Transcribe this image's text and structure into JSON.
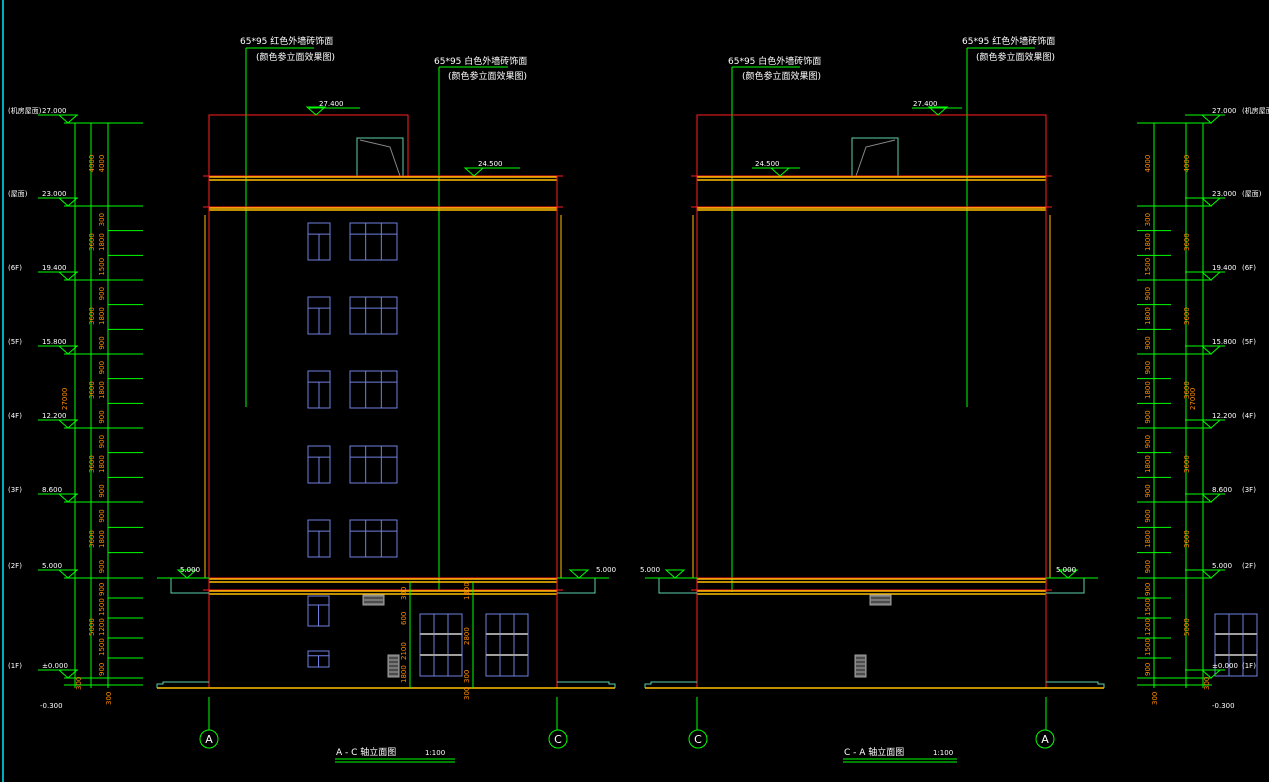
{
  "colors": {
    "level": "#00ff00",
    "building": "#ff2020",
    "band": "#ffc000",
    "window": "#7080e0",
    "frame": "#00e5ff",
    "dim": "#ff8c00",
    "step": "#60d0b0",
    "vent": "#a0a0a0"
  },
  "levels": [
    {
      "name": "(机房屋面)",
      "value": "27.000"
    },
    {
      "name": "(屋面)",
      "value": "23.000"
    },
    {
      "name": "(6F)",
      "value": "19.400"
    },
    {
      "name": "(5F)",
      "value": "15.800"
    },
    {
      "name": "(4F)",
      "value": "12.200"
    },
    {
      "name": "(3F)",
      "value": "8.600"
    },
    {
      "name": "(2F)",
      "value": "5.000"
    },
    {
      "name": "(1F)",
      "value": "±0.000"
    }
  ],
  "ground_level": "-0.300",
  "floor_dims": [
    "4000",
    "3600",
    "3600",
    "3600",
    "3600",
    "3600",
    "5000"
  ],
  "sub_dims": [
    [
      "4000"
    ],
    [
      "300",
      "1800",
      "1500"
    ],
    [
      "900",
      "1800",
      "900"
    ],
    [
      "900",
      "1800",
      "900"
    ],
    [
      "900",
      "1800",
      "900"
    ],
    [
      "900",
      "1800",
      "900"
    ],
    [
      "900",
      "1500",
      "1200",
      "1500",
      "900"
    ]
  ],
  "total_dim": "27000",
  "base_dims": [
    "300",
    "300"
  ],
  "left_elevation": {
    "title": "A - C 轴立面图",
    "axis_start": "A",
    "axis_end": "C",
    "scale": "1:100",
    "roof_mark": "27.400",
    "parapet_mark": "24.500",
    "side_mark": "5.000",
    "notes": [
      {
        "line1": "65*95  红色外墙砖饰面",
        "line2": "(颜色参立面效果图)"
      },
      {
        "line1": "65*95  白色外墙砖饰面",
        "line2": "(颜色参立面效果图)"
      }
    ],
    "lower_dims": [
      "300",
      "600",
      "2100",
      "1800",
      "300",
      "300",
      "1800",
      "2800"
    ]
  },
  "right_elevation": {
    "title": "C - A 轴立面图",
    "axis_start": "C",
    "axis_end": "A",
    "scale": "1:100",
    "roof_mark": "27.400",
    "parapet_mark": "24.500",
    "side_mark": "5.000",
    "notes": [
      {
        "line1": "65*95  白色外墙砖饰面",
        "line2": "(颜色参立面效果图)"
      },
      {
        "line1": "65*95  红色外墙砖饰面",
        "line2": "(颜色参立面效果图)"
      }
    ]
  }
}
